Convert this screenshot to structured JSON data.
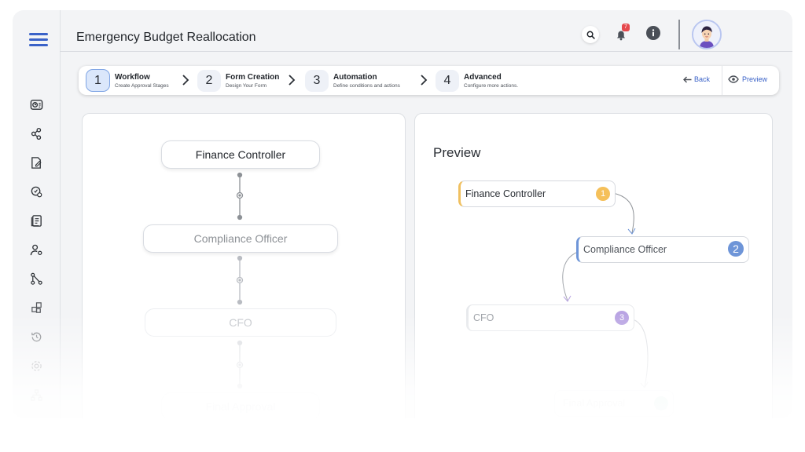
{
  "header": {
    "title": "Emergency Budget Reallocation",
    "notifications_count": "7",
    "icons": [
      "search-icon",
      "bell-icon",
      "info-icon",
      "avatar"
    ]
  },
  "sidebar": {
    "icons": [
      "dashboard-icon",
      "workflow-icon",
      "form-edit-icon",
      "automation-icon",
      "records-icon",
      "user-settings-icon",
      "hierarchy-icon",
      "modules-icon",
      "history-icon",
      "settings-icon",
      "org-chart-icon"
    ]
  },
  "stepper": {
    "steps": [
      {
        "num": "1",
        "title": "Workflow",
        "subtitle": "Create Approval Stages"
      },
      {
        "num": "2",
        "title": "Form Creation",
        "subtitle": "Design Your Form"
      },
      {
        "num": "3",
        "title": "Automation",
        "subtitle": "Define conditions and actions"
      },
      {
        "num": "4",
        "title": "Advanced",
        "subtitle": "Configure more actions."
      }
    ],
    "back_label": "Back",
    "preview_label": "Preview"
  },
  "workflow": {
    "stages": [
      "Finance Controller",
      "Compliance Officer",
      "CFO",
      "Final Approval"
    ]
  },
  "preview": {
    "title": "Preview",
    "nodes": [
      {
        "label": "Finance Controller",
        "num": "1"
      },
      {
        "label": "Compliance Officer",
        "num": "2"
      },
      {
        "label": "CFO",
        "num": "3"
      },
      {
        "label": "Final Approval",
        "num": ""
      }
    ]
  },
  "colors": {
    "accent": "#3a62c8",
    "stage1": "#f5c05a",
    "stage2": "#6e95d8",
    "stage3": "#b9a4e3",
    "badge": "#e5484d"
  }
}
